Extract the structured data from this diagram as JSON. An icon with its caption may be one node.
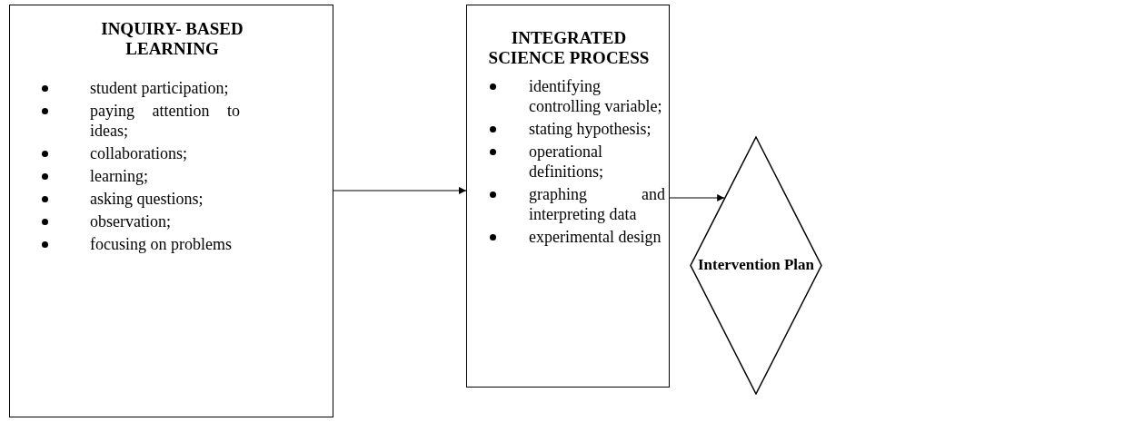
{
  "diagram": {
    "nodes": [
      {
        "text": [
          "INQUIRY- BASED LEARNING",
          "student participation;",
          "paying attention to ideas;",
          "collaborations;",
          "learning;",
          "asking questions;",
          "observation;",
          "focusing on problems"
        ]
      },
      {
        "text": [
          "INTEGRATED SCIENCE PROCESS",
          "identifying controlling variable;",
          "stating hypothesis;",
          "operational definitions;",
          "graphing and interpreting data",
          "experimental design"
        ]
      },
      {
        "text": [
          "Intervention Plan"
        ]
      }
    ],
    "edges": [
      {
        "from": 0,
        "to": 1,
        "arrow": "to"
      },
      {
        "from": 1,
        "to": 2,
        "arrow": "to"
      }
    ]
  }
}
